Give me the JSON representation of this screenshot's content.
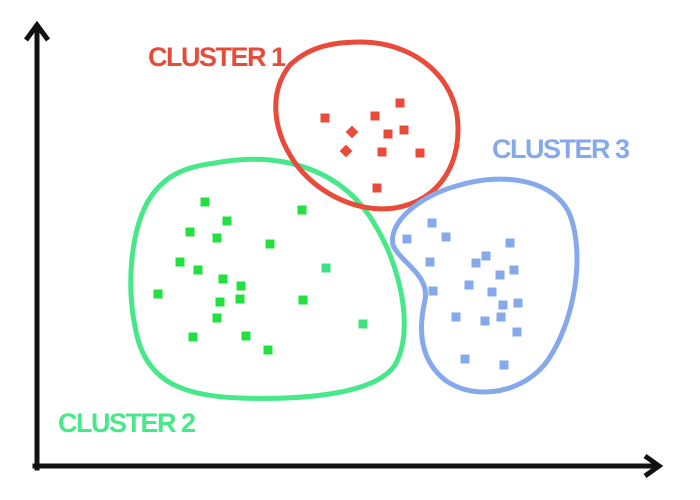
{
  "colors": {
    "axis": "#111111",
    "cluster_1": "#e84b3a",
    "cluster_2": "#47e88a",
    "cluster_3": "#86a9ec",
    "cluster_1_points": "#e84b3a",
    "cluster_2_points": "#22e040",
    "cluster_2_points_alt": "#3ee080",
    "cluster_3_points": "#86a9ec"
  },
  "clusters": [
    {
      "id": "cluster_1",
      "label": "CLUSTER 1",
      "color": "#e84b3a",
      "point_color": "#e84b3a"
    },
    {
      "id": "cluster_2",
      "label": "CLUSTER 2",
      "color": "#47e88a",
      "point_color": "#22e040"
    },
    {
      "id": "cluster_3",
      "label": "CLUSTER 3",
      "color": "#86a9ec",
      "point_color": "#86a9ec"
    }
  ]
}
